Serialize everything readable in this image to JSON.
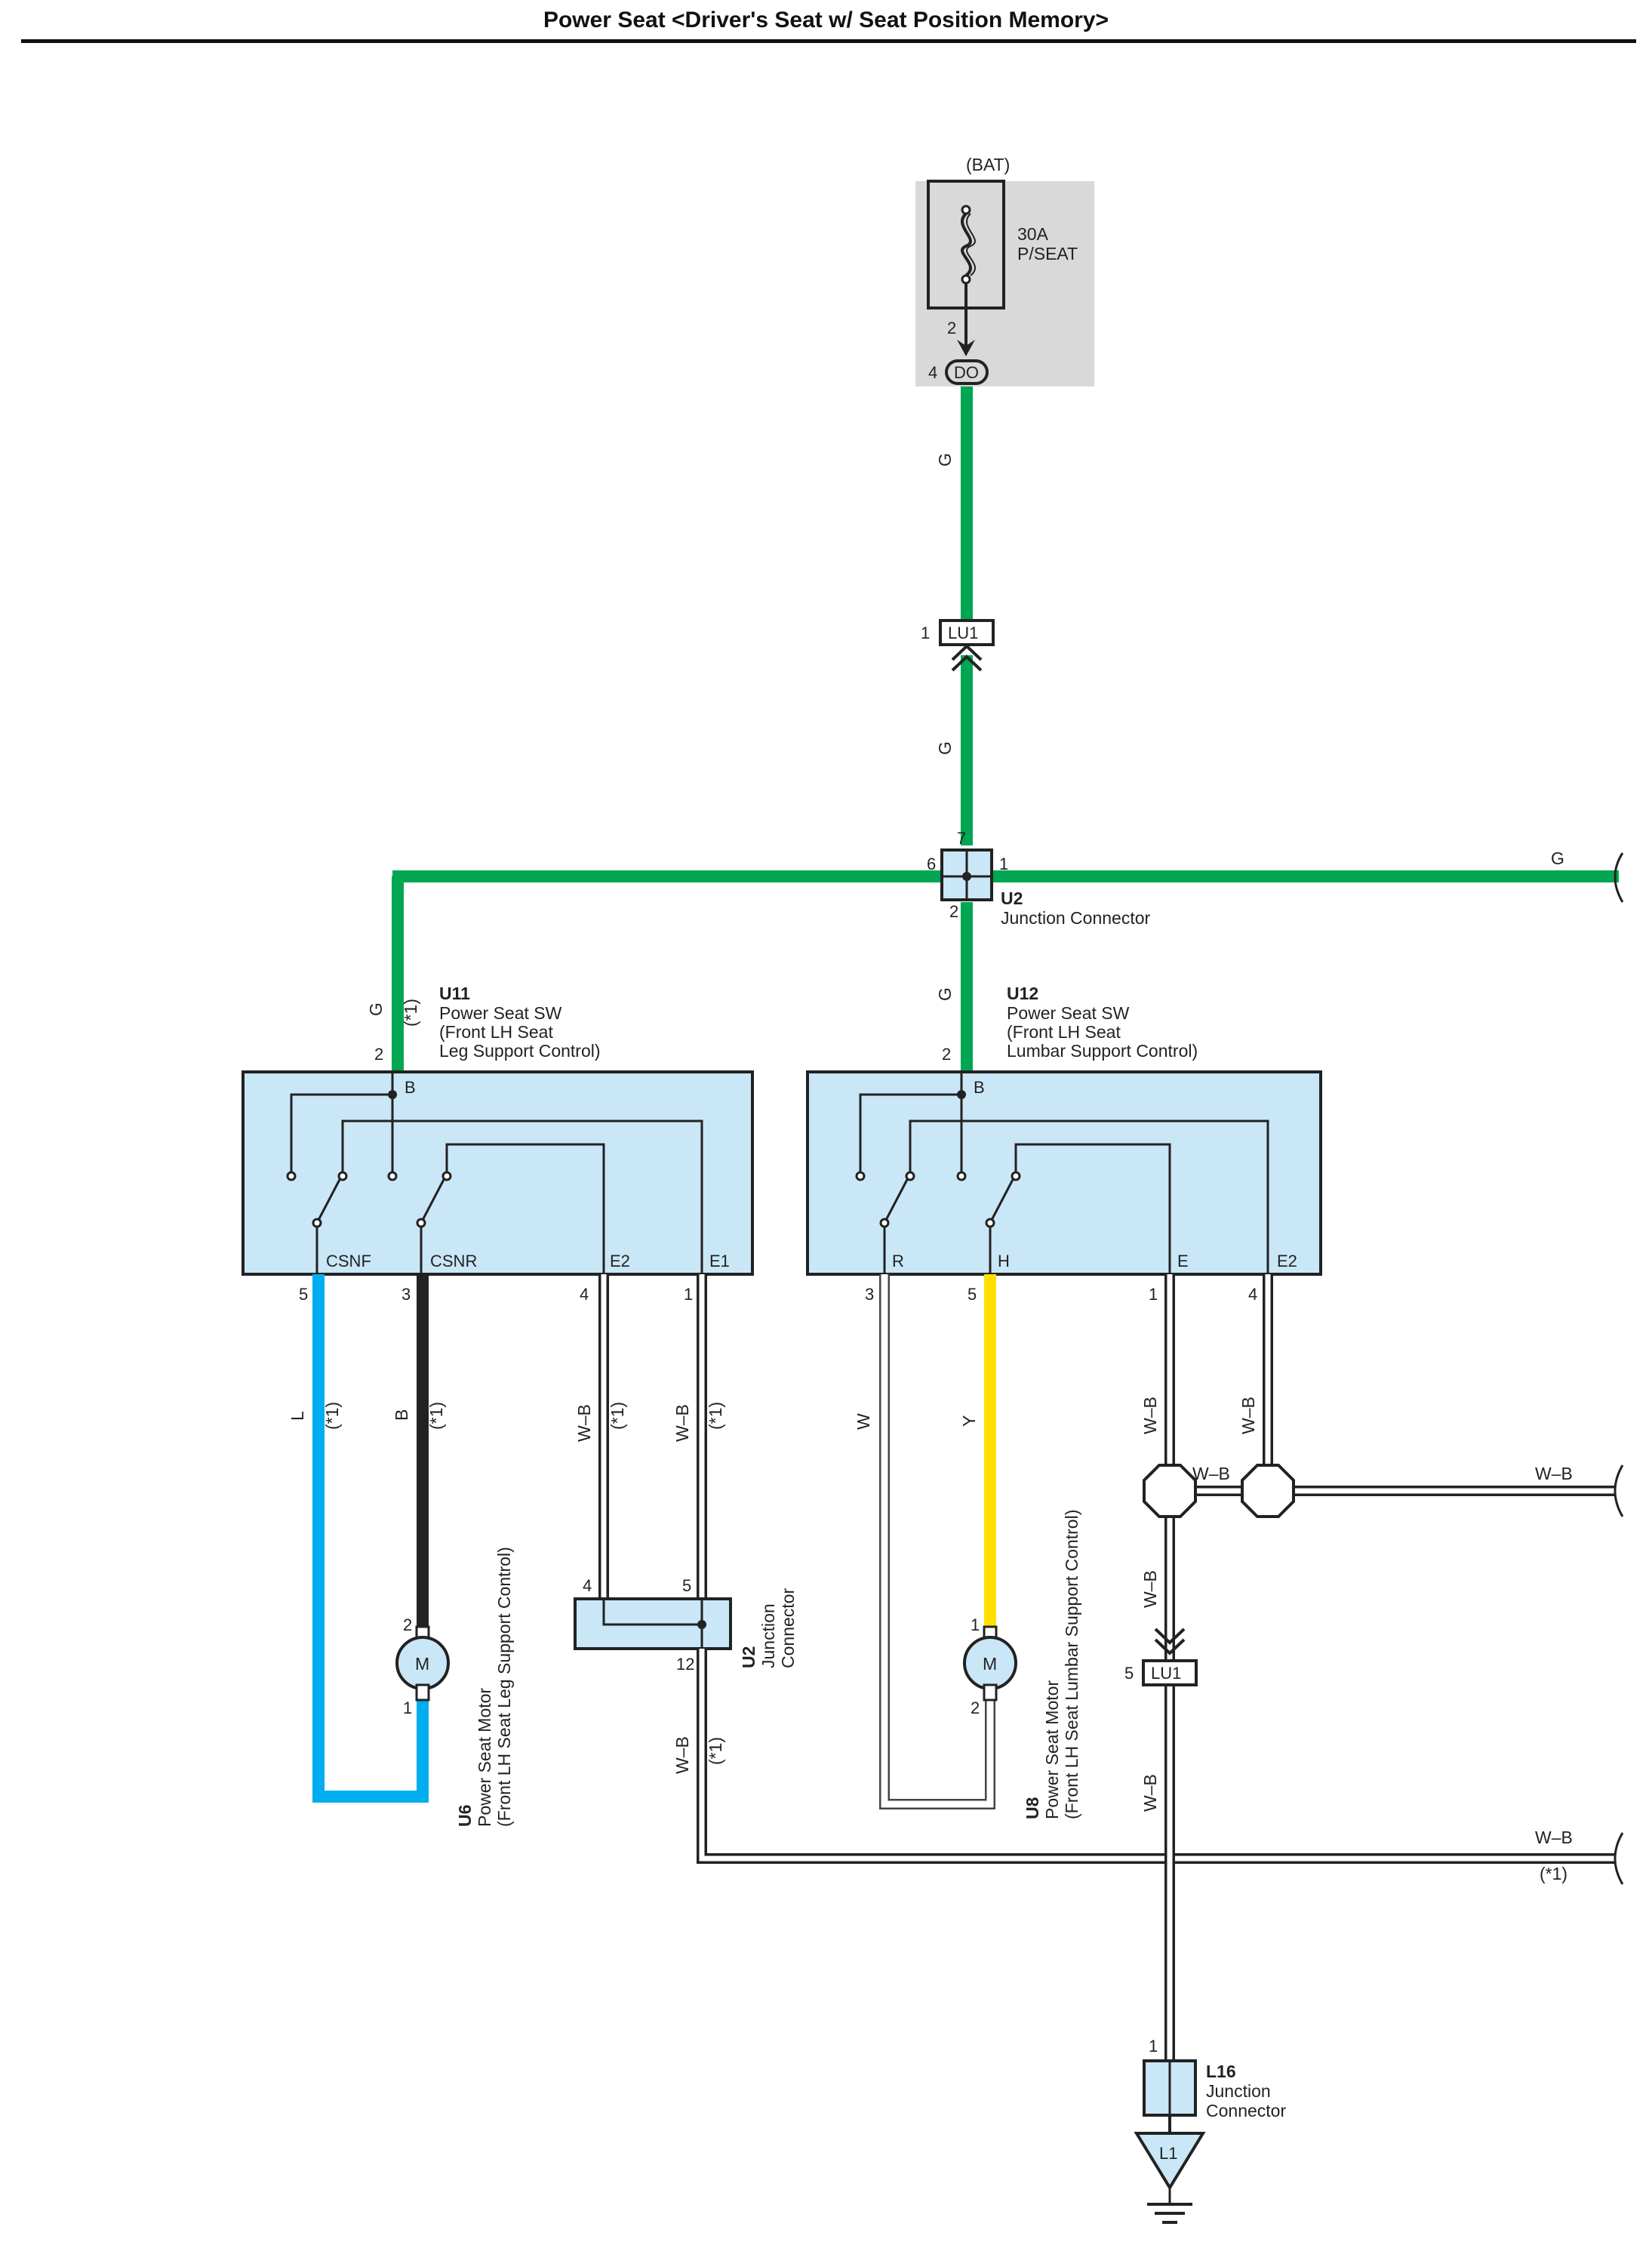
{
  "title": "Power Seat <Driver's Seat w/ Seat Position Memory>",
  "colors": {
    "G": "#00a651",
    "L": "#00aeef",
    "B": "#222222",
    "Y": "#ffe000",
    "W": "#ffffff",
    "W-B": "#ffffff",
    "box": "#c9e7f7",
    "fusebox": "#d9d9d9"
  },
  "power": {
    "source": "(BAT)",
    "fuse_amp": "30A",
    "fuse_name": "P/SEAT",
    "fuse_pin": "2",
    "connector": "DO",
    "connector_pin": "4"
  },
  "wire_colors": {
    "g": "G",
    "l": "L",
    "b": "B",
    "wb": "W–B",
    "w": "W",
    "y": "Y"
  },
  "note": "(*1)",
  "lu1": {
    "label": "LU1",
    "pin_top": "1",
    "pin_bottom": "5"
  },
  "u2": {
    "id": "U2",
    "name": "Junction Connector",
    "name_line1": "Junction",
    "name_line2": "Connector",
    "pins": {
      "top": "7",
      "left": "6",
      "right": "1",
      "bottom": "2",
      "in_a": "4",
      "in_b": "5",
      "out": "12"
    }
  },
  "u11": {
    "id": "U11",
    "line1": "Power Seat SW",
    "line2": "(Front LH Seat",
    "line3": " Leg Support Control)",
    "pin_b": "B",
    "pin_b_num": "2",
    "terminals": [
      "CSNF",
      "CSNR",
      "E2",
      "E1"
    ],
    "terminal_pins": [
      "5",
      "3",
      "4",
      "1"
    ]
  },
  "u12": {
    "id": "U12",
    "line1": "Power Seat SW",
    "line2": "(Front LH Seat",
    "line3": " Lumbar Support Control)",
    "pin_b": "B",
    "pin_b_num": "2",
    "terminals": [
      "R",
      "H",
      "E",
      "E2"
    ],
    "terminal_pins": [
      "3",
      "5",
      "1",
      "4"
    ]
  },
  "u6": {
    "id": "U6",
    "line1": "Power Seat Motor",
    "line2": "(Front LH Seat Leg Support Control)",
    "motor": "M",
    "pin_top": "2",
    "pin_bottom": "1"
  },
  "u8": {
    "id": "U8",
    "line1": "Power Seat Motor",
    "line2": "(Front LH Seat Lumbar Support Control)",
    "motor": "M",
    "pin_top": "1",
    "pin_bottom": "2"
  },
  "l16": {
    "id": "L16",
    "line1": "Junction",
    "line2": "Connector",
    "pin": "1",
    "ground": "L1"
  }
}
